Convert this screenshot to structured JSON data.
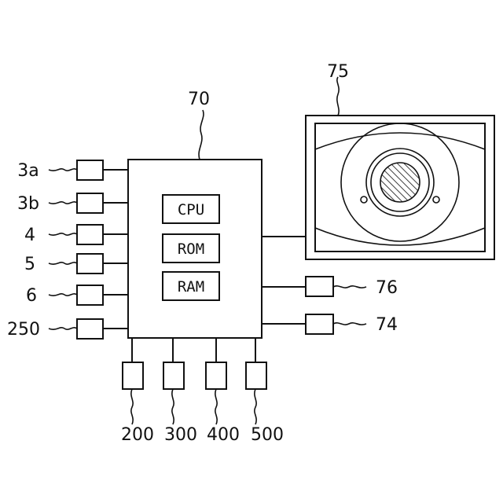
{
  "controller": {
    "label": "70",
    "units": [
      "CPU",
      "ROM",
      "RAM"
    ]
  },
  "monitor": {
    "label": "75"
  },
  "left_components": [
    "3a",
    "3b",
    "4",
    "5",
    "6",
    "250"
  ],
  "right_components": [
    "76",
    "74"
  ],
  "bottom_components": [
    "200",
    "300",
    "400",
    "500"
  ]
}
